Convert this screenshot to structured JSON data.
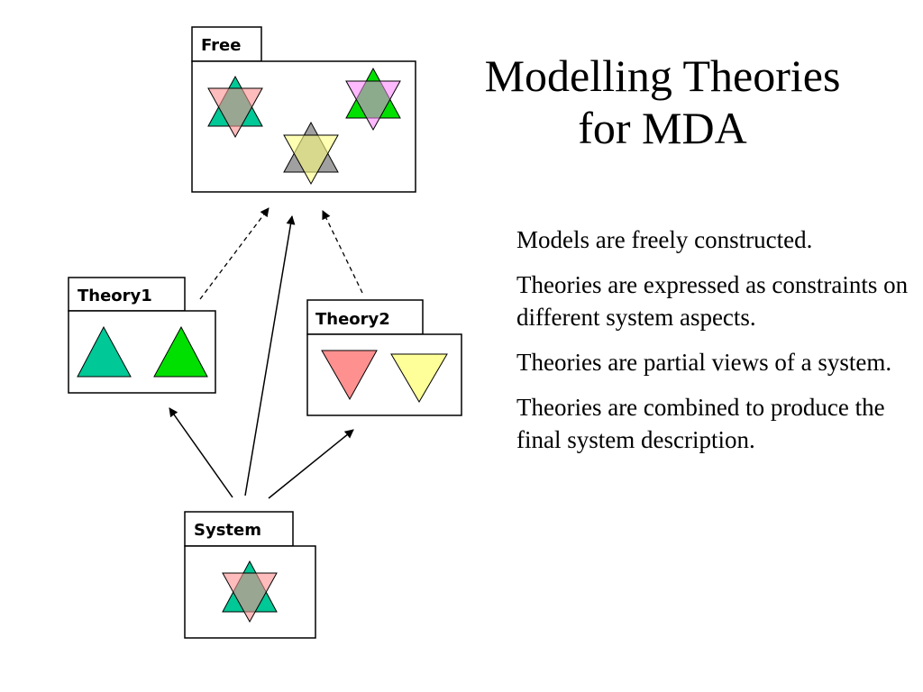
{
  "title": {
    "line1": "Modelling Theories",
    "line2": "for MDA"
  },
  "bullets": [
    "Models are freely constructed.",
    "Theories are expressed as constraints on different system aspects.",
    "Theories are partial views of a system.",
    "Theories are combined to produce the final system description."
  ],
  "packages": {
    "free": {
      "label": "Free"
    },
    "theory1": {
      "label": "Theory1"
    },
    "theory2": {
      "label": "Theory2"
    },
    "system": {
      "label": "System"
    }
  },
  "colors": {
    "teal": "#00c896",
    "green": "#00e000",
    "salmon": "#ff9090",
    "yellow": "#ffff99",
    "magenta": "#ff80ff",
    "gray": "#a0a0a0"
  }
}
